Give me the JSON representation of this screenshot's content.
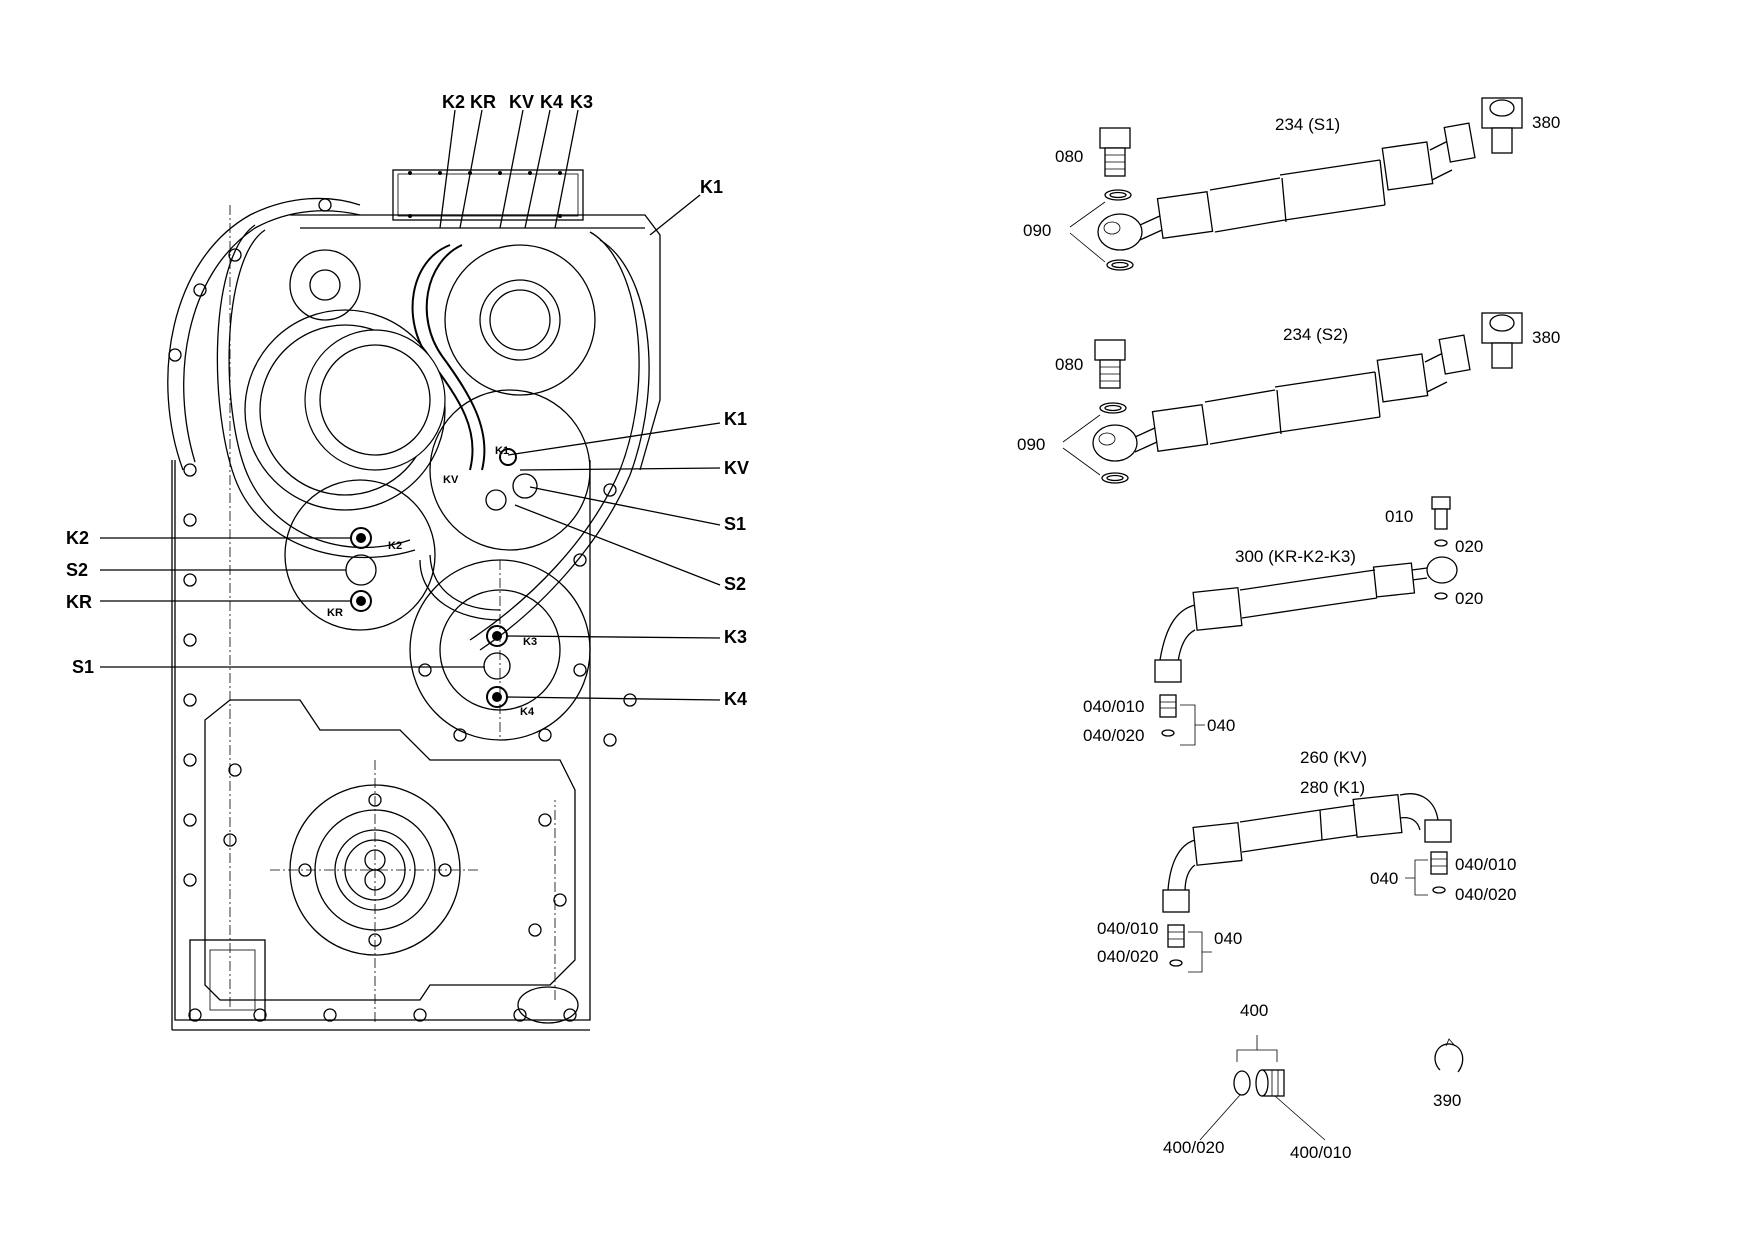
{
  "housing_labels": {
    "top": [
      "K2",
      "KR",
      "KV",
      "K4",
      "K3"
    ],
    "k1_top": "K1",
    "right": {
      "k1": "K1",
      "kv": "KV",
      "s1": "S1",
      "s2": "S2",
      "k3": "K3",
      "k4": "K4"
    },
    "left": {
      "k2": "K2",
      "s2": "S2",
      "kr": "KR",
      "s1": "S1"
    },
    "inner": {
      "k1": "K1",
      "kv": "KV",
      "k2": "K2",
      "kr": "KR",
      "k3": "K3",
      "k4": "K4"
    }
  },
  "parts": {
    "hose_s1": {
      "title": "234 (S1)",
      "bolt": "080",
      "washers": "090",
      "adapter": "380"
    },
    "hose_s2": {
      "title": "234 (S2)",
      "bolt": "080",
      "washers": "090",
      "adapter": "380"
    },
    "hose_kr": {
      "title": "300 (KR-K2-K3)",
      "bolt": "010",
      "washer_a": "020",
      "washer_b": "020",
      "fit_a": "040/010",
      "fit_b": "040/020",
      "fit_group": "040"
    },
    "hose_kv": {
      "title_a": "260 (KV)",
      "title_b": "280 (K1)",
      "right_group": "040",
      "right_a": "040/010",
      "right_b": "040/020",
      "left_a": "040/010",
      "left_b": "040/020",
      "left_group": "040"
    },
    "plug": {
      "title": "400",
      "ring": "400/020",
      "screw": "400/010"
    },
    "clip": {
      "label": "390"
    }
  }
}
